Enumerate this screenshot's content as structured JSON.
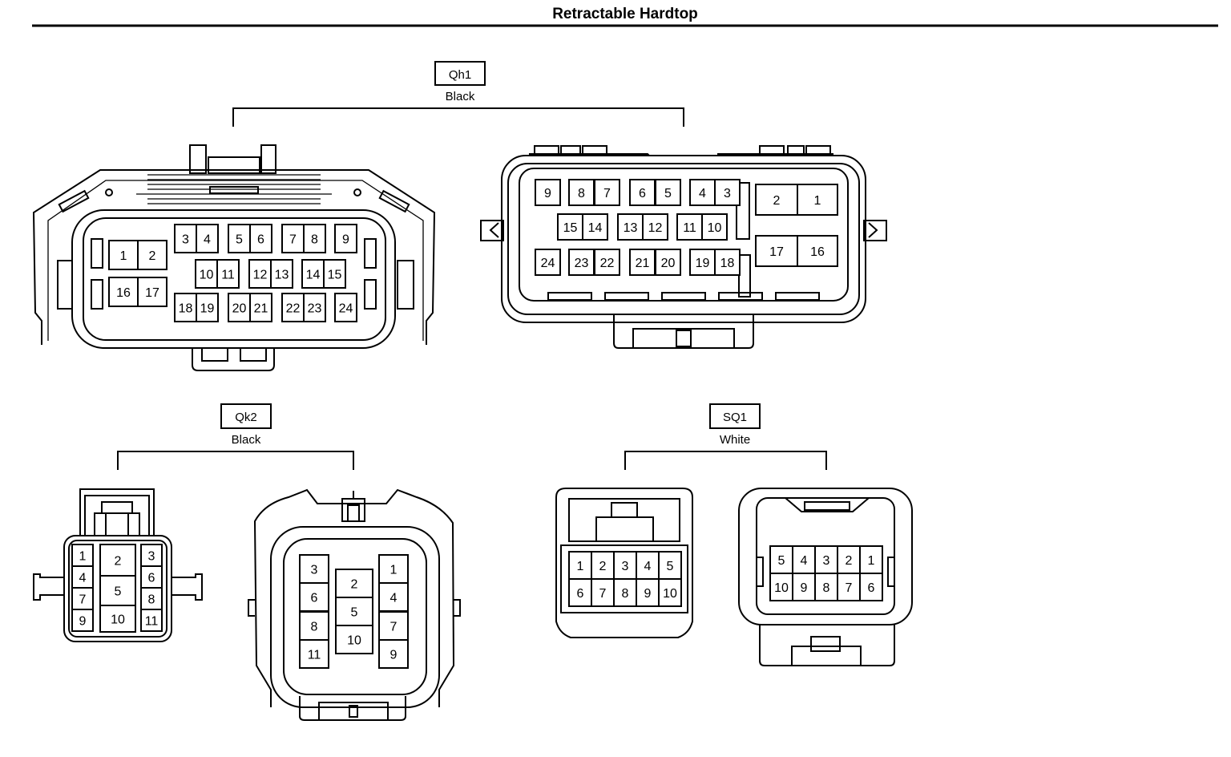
{
  "title": "Retractable Hardtop",
  "connectors": {
    "qh1": {
      "id": "Qh1",
      "color": "Black",
      "left": {
        "a": [
          "1",
          "2",
          "16",
          "17"
        ],
        "b": [
          "3",
          "4",
          "5",
          "6",
          "7",
          "8",
          "9"
        ],
        "c": [
          "10",
          "11",
          "12",
          "13",
          "14",
          "15"
        ],
        "d": [
          "18",
          "19",
          "20",
          "21",
          "22",
          "23",
          "24"
        ]
      },
      "right": {
        "r1": [
          "9",
          "8",
          "7",
          "6",
          "5",
          "4",
          "3"
        ],
        "r2": [
          "15",
          "14",
          "13",
          "12",
          "11",
          "10"
        ],
        "r3": [
          "24",
          "23",
          "22",
          "21",
          "20",
          "19",
          "18"
        ],
        "blk": [
          "2",
          "1",
          "17",
          "16"
        ]
      }
    },
    "qk2": {
      "id": "Qk2",
      "color": "Black",
      "left": {
        "l": [
          "1",
          "4",
          "7",
          "9"
        ],
        "m": [
          "2",
          "5",
          "10"
        ],
        "r": [
          "3",
          "6",
          "8",
          "11"
        ]
      },
      "right": {
        "l": [
          "3",
          "6",
          "8",
          "11"
        ],
        "m": [
          "2",
          "5",
          "10"
        ],
        "r": [
          "1",
          "4",
          "7",
          "9"
        ]
      }
    },
    "sq1": {
      "id": "SQ1",
      "color": "White",
      "left": {
        "top": [
          "1",
          "2",
          "3",
          "4",
          "5"
        ],
        "bottom": [
          "6",
          "7",
          "8",
          "9",
          "10"
        ]
      },
      "right": {
        "top": [
          "5",
          "4",
          "3",
          "2",
          "1"
        ],
        "bottom": [
          "10",
          "9",
          "8",
          "7",
          "6"
        ]
      }
    }
  }
}
